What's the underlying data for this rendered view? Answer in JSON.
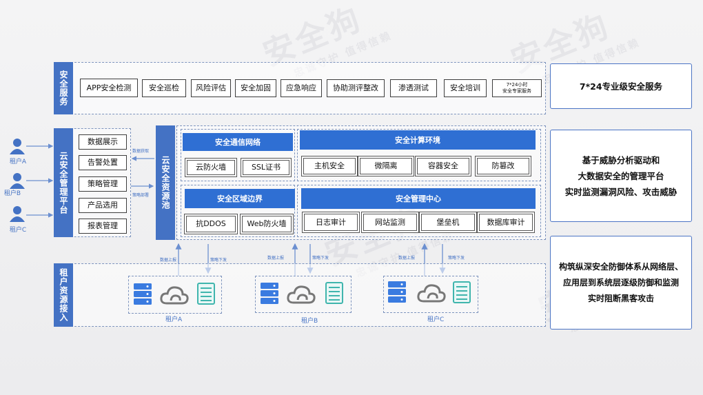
{
  "watermark": {
    "brand": "安全狗",
    "tagline": "忠诚守护 值得信赖"
  },
  "colors": {
    "primary_blue": "#2f6fd3",
    "label_blue": "#4472c4"
  },
  "services_row": {
    "label": "安全服务",
    "items": [
      "APP安全检测",
      "安全巡检",
      "风险评估",
      "安全加固",
      "应急响应",
      "协助测评整改",
      "渗透测试",
      "安全培训"
    ],
    "last_item": {
      "line1": "7*24小时",
      "line2": "安全专家服务"
    }
  },
  "platform": {
    "label": "云安全管理平台",
    "items": [
      "数据展示",
      "告警处置",
      "策略管理",
      "产品选用",
      "报表管理"
    ]
  },
  "users": [
    "租户A",
    "租户B",
    "租户C"
  ],
  "flow_labels": {
    "data_fetch": "数据获取",
    "deploy_policy": "策略部署"
  },
  "pool": {
    "label": "云安全资源池",
    "comm_network": {
      "title": "安全通信网络",
      "items": [
        "云防火墙",
        "SSL证书"
      ]
    },
    "compute_env": {
      "title": "安全计算环境",
      "items": [
        "主机安全",
        "微隔离",
        "容器安全",
        "防篡改"
      ]
    },
    "region_border": {
      "title": "安全区域边界",
      "items": [
        "抗DDOS",
        "Web防火墙"
      ]
    },
    "mgmt_center": {
      "title": "安全管理中心",
      "items": [
        "日志审计",
        "网站监测",
        "堡垒机",
        "数据库审计"
      ]
    }
  },
  "tenant_access": {
    "label": "租户资源接入",
    "tenants": [
      "租户A",
      "租户B",
      "租户C"
    ],
    "arrow_up": "数据上报",
    "arrow_down": "策略下发"
  },
  "right_panels": [
    {
      "lines": [
        "7*24专业级安全服务"
      ]
    },
    {
      "lines": [
        "基于威胁分析驱动和",
        "大数据安全的管理平台",
        "实时监测漏洞风险、攻击威胁"
      ]
    },
    {
      "lines": [
        "构筑纵深安全防御体系从网络层、",
        "应用层到系统层逐级防御和监测",
        "实时阻断黑客攻击"
      ]
    }
  ]
}
